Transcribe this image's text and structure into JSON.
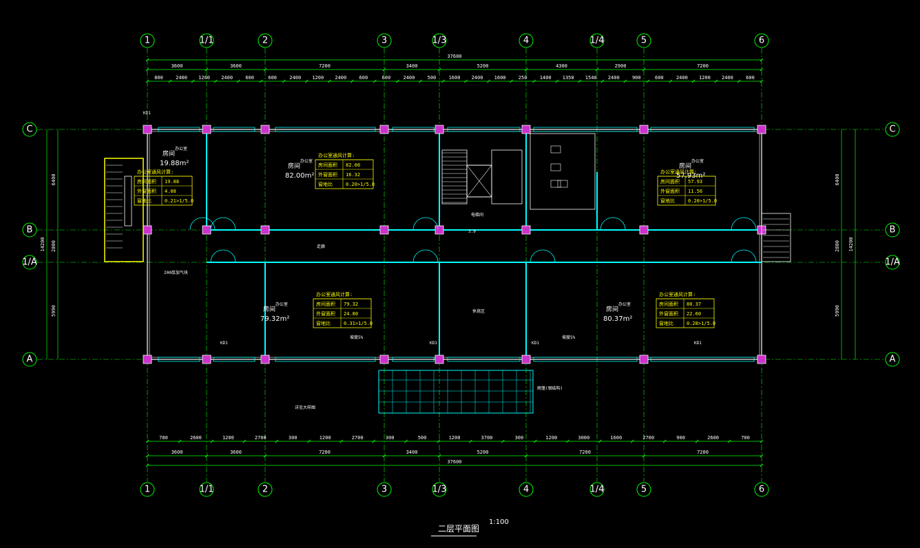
{
  "drawing": {
    "title": "二层平面图",
    "scale": "1:100",
    "axes_vertical": [
      "1",
      "1/1",
      "2",
      "3",
      "1/3",
      "4",
      "1/4",
      "5",
      "6"
    ],
    "axes_horizontal": [
      "C",
      "B",
      "1/A",
      "A"
    ],
    "overall_dim": "37600",
    "top_dims_row1": [
      "3600",
      "3600",
      "7200",
      "3400",
      "5200",
      "4300",
      "2900",
      "7200"
    ],
    "bottom_dims_row1": [
      "3600",
      "3600",
      "7200",
      "3400",
      "5200",
      "7200",
      "7200"
    ],
    "top_dims_row2": [
      "800",
      "2400",
      "1200",
      "2400",
      "600",
      "600",
      "2400",
      "1200",
      "2400",
      "600",
      "600",
      "2400",
      "500",
      "1600",
      "2400",
      "1600",
      "250",
      "1400",
      "1350",
      "1540",
      "2400",
      "900",
      "600",
      "2400",
      "1200",
      "2400",
      "600"
    ],
    "bottom_dims_row2": [
      "780",
      "2600",
      "1200",
      "2700",
      "300",
      "1200",
      "2700",
      "300",
      "500",
      "1200",
      "3700",
      "300",
      "1200",
      "3000",
      "1600",
      "2700",
      "900",
      "2600",
      "700"
    ],
    "left_dims": [
      "6400",
      "2800",
      "5990"
    ],
    "left_total": "14200",
    "rooms": [
      {
        "name": "房间",
        "area": "19.88m²",
        "sub": "办公室"
      },
      {
        "name": "房间",
        "area": "82.00m²",
        "sub": "办公室"
      },
      {
        "name": "房间",
        "area": "57.93m²",
        "sub": "办公室"
      },
      {
        "name": "房间",
        "area": "79.32m²",
        "sub": "办公室"
      },
      {
        "name": "房间",
        "area": "80.37m²",
        "sub": "办公室"
      }
    ],
    "tables": [
      {
        "head": "办公室通风计算:",
        "rows": [
          [
            "房间面积",
            "19.88"
          ],
          [
            "外窗面积",
            "4.08"
          ],
          [
            "窗地比",
            "0.21>1/5.0"
          ]
        ]
      },
      {
        "head": "办公室通风计算:",
        "rows": [
          [
            "房间面积",
            "82.00"
          ],
          [
            "外窗面积",
            "16.32"
          ],
          [
            "窗地比",
            "0.20>1/5.0"
          ]
        ]
      },
      {
        "head": "办公室通风计算:",
        "rows": [
          [
            "房间面积",
            "57.93"
          ],
          [
            "外窗面积",
            "11.56"
          ],
          [
            "窗地比",
            "0.20>1/5.0"
          ]
        ]
      },
      {
        "head": "办公室通风计算:",
        "rows": [
          [
            "房间面积",
            "79.32"
          ],
          [
            "外窗面积",
            "24.80"
          ],
          [
            "窗地比",
            "0.31>1/5.0"
          ]
        ]
      },
      {
        "head": "办公室通风计算:",
        "rows": [
          [
            "房间面积",
            "80.37"
          ],
          [
            "外窗面积",
            "22.60"
          ],
          [
            "窗地比",
            "0.28>1/5.0"
          ]
        ]
      }
    ],
    "labels": {
      "corridor": "走廊",
      "elevator": "电梯间",
      "hall": "休息区",
      "dim_39": "3.9",
      "kd": "KD1",
      "wall200": "200厚加气块",
      "detail_ref": "详见大样图",
      "ramp_note": "坡度5%",
      "canopy_note": "雨篷(钢结构)"
    }
  }
}
